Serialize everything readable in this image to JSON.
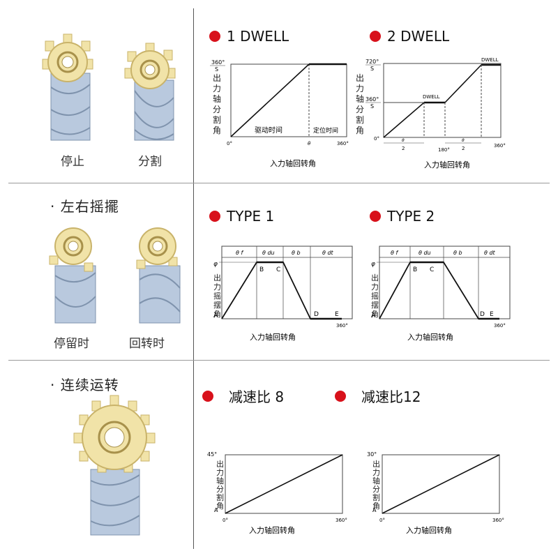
{
  "sections": {
    "indexing": {
      "captions": [
        "停止",
        "分割"
      ],
      "charts": [
        {
          "title": "1 DWELL",
          "y_top": "360°",
          "y_top2": "S",
          "y_label": "出力轴分割角",
          "x_start": "0°",
          "x_theta": "θ",
          "x_end": "360°",
          "drive_label": "驱动时间",
          "dwell_label": "定位时间",
          "x_title": "入力轴回转角"
        },
        {
          "title": "2 DWELL",
          "y_top": "720°",
          "y_top2": "S",
          "y_mid": "360°",
          "y_mid2": "S",
          "y_label": "出力轴分割角",
          "y_zero": "0°",
          "dwell_top": "DWELL",
          "dwell_mid": "DWELL",
          "x_a_num": "θ",
          "x_a_den": "2",
          "x_mid": "180°",
          "x_b_num": "θ",
          "x_b_den": "2",
          "x_end": "360°",
          "x_title": "入力轴回转角"
        }
      ]
    },
    "oscillate": {
      "title": "· 左右摇擺",
      "captions": [
        "停留时",
        "回转时"
      ],
      "charts": [
        {
          "title": "TYPE 1",
          "y_top": "φ",
          "y_label": "出力摇摆角",
          "y_zero": "A",
          "headers": [
            "θ f",
            "θ du",
            "θ b",
            "θ dt"
          ],
          "points": {
            "B": "B",
            "C": "C",
            "D": "D",
            "E": "E"
          },
          "x_end": "360°",
          "x_title": "入力轴回转角"
        },
        {
          "title": "TYPE 2",
          "y_top": "φ",
          "y_label": "出力摇摆角",
          "y_zero": "A",
          "headers": [
            "θ f",
            "θ du",
            "θ b",
            "θ dt"
          ],
          "points": {
            "B": "B",
            "C": "C",
            "D": "D",
            "E": "E"
          },
          "x_end": "360°",
          "x_title": "入力轴回转角"
        }
      ]
    },
    "continuous": {
      "title": "· 连续运转",
      "charts": [
        {
          "title": "减速比 8",
          "y_top": "45°",
          "y_label": "出力轴分割角",
          "y_zero": "A",
          "x_start": "0°",
          "x_end": "360°",
          "x_title": "入力轴回转角"
        },
        {
          "title": "减速比12",
          "y_top": "30°",
          "y_label": "出力轴分割角",
          "y_zero": "A",
          "x_start": "0°",
          "x_end": "360°",
          "x_title": "入力轴回转角"
        }
      ]
    }
  },
  "colors": {
    "dot": "#d8111b",
    "gear": "#f1e3a8",
    "gear_dark": "#c9b36a",
    "cam": "#b9c9de",
    "cam_dark": "#7f93ad"
  }
}
